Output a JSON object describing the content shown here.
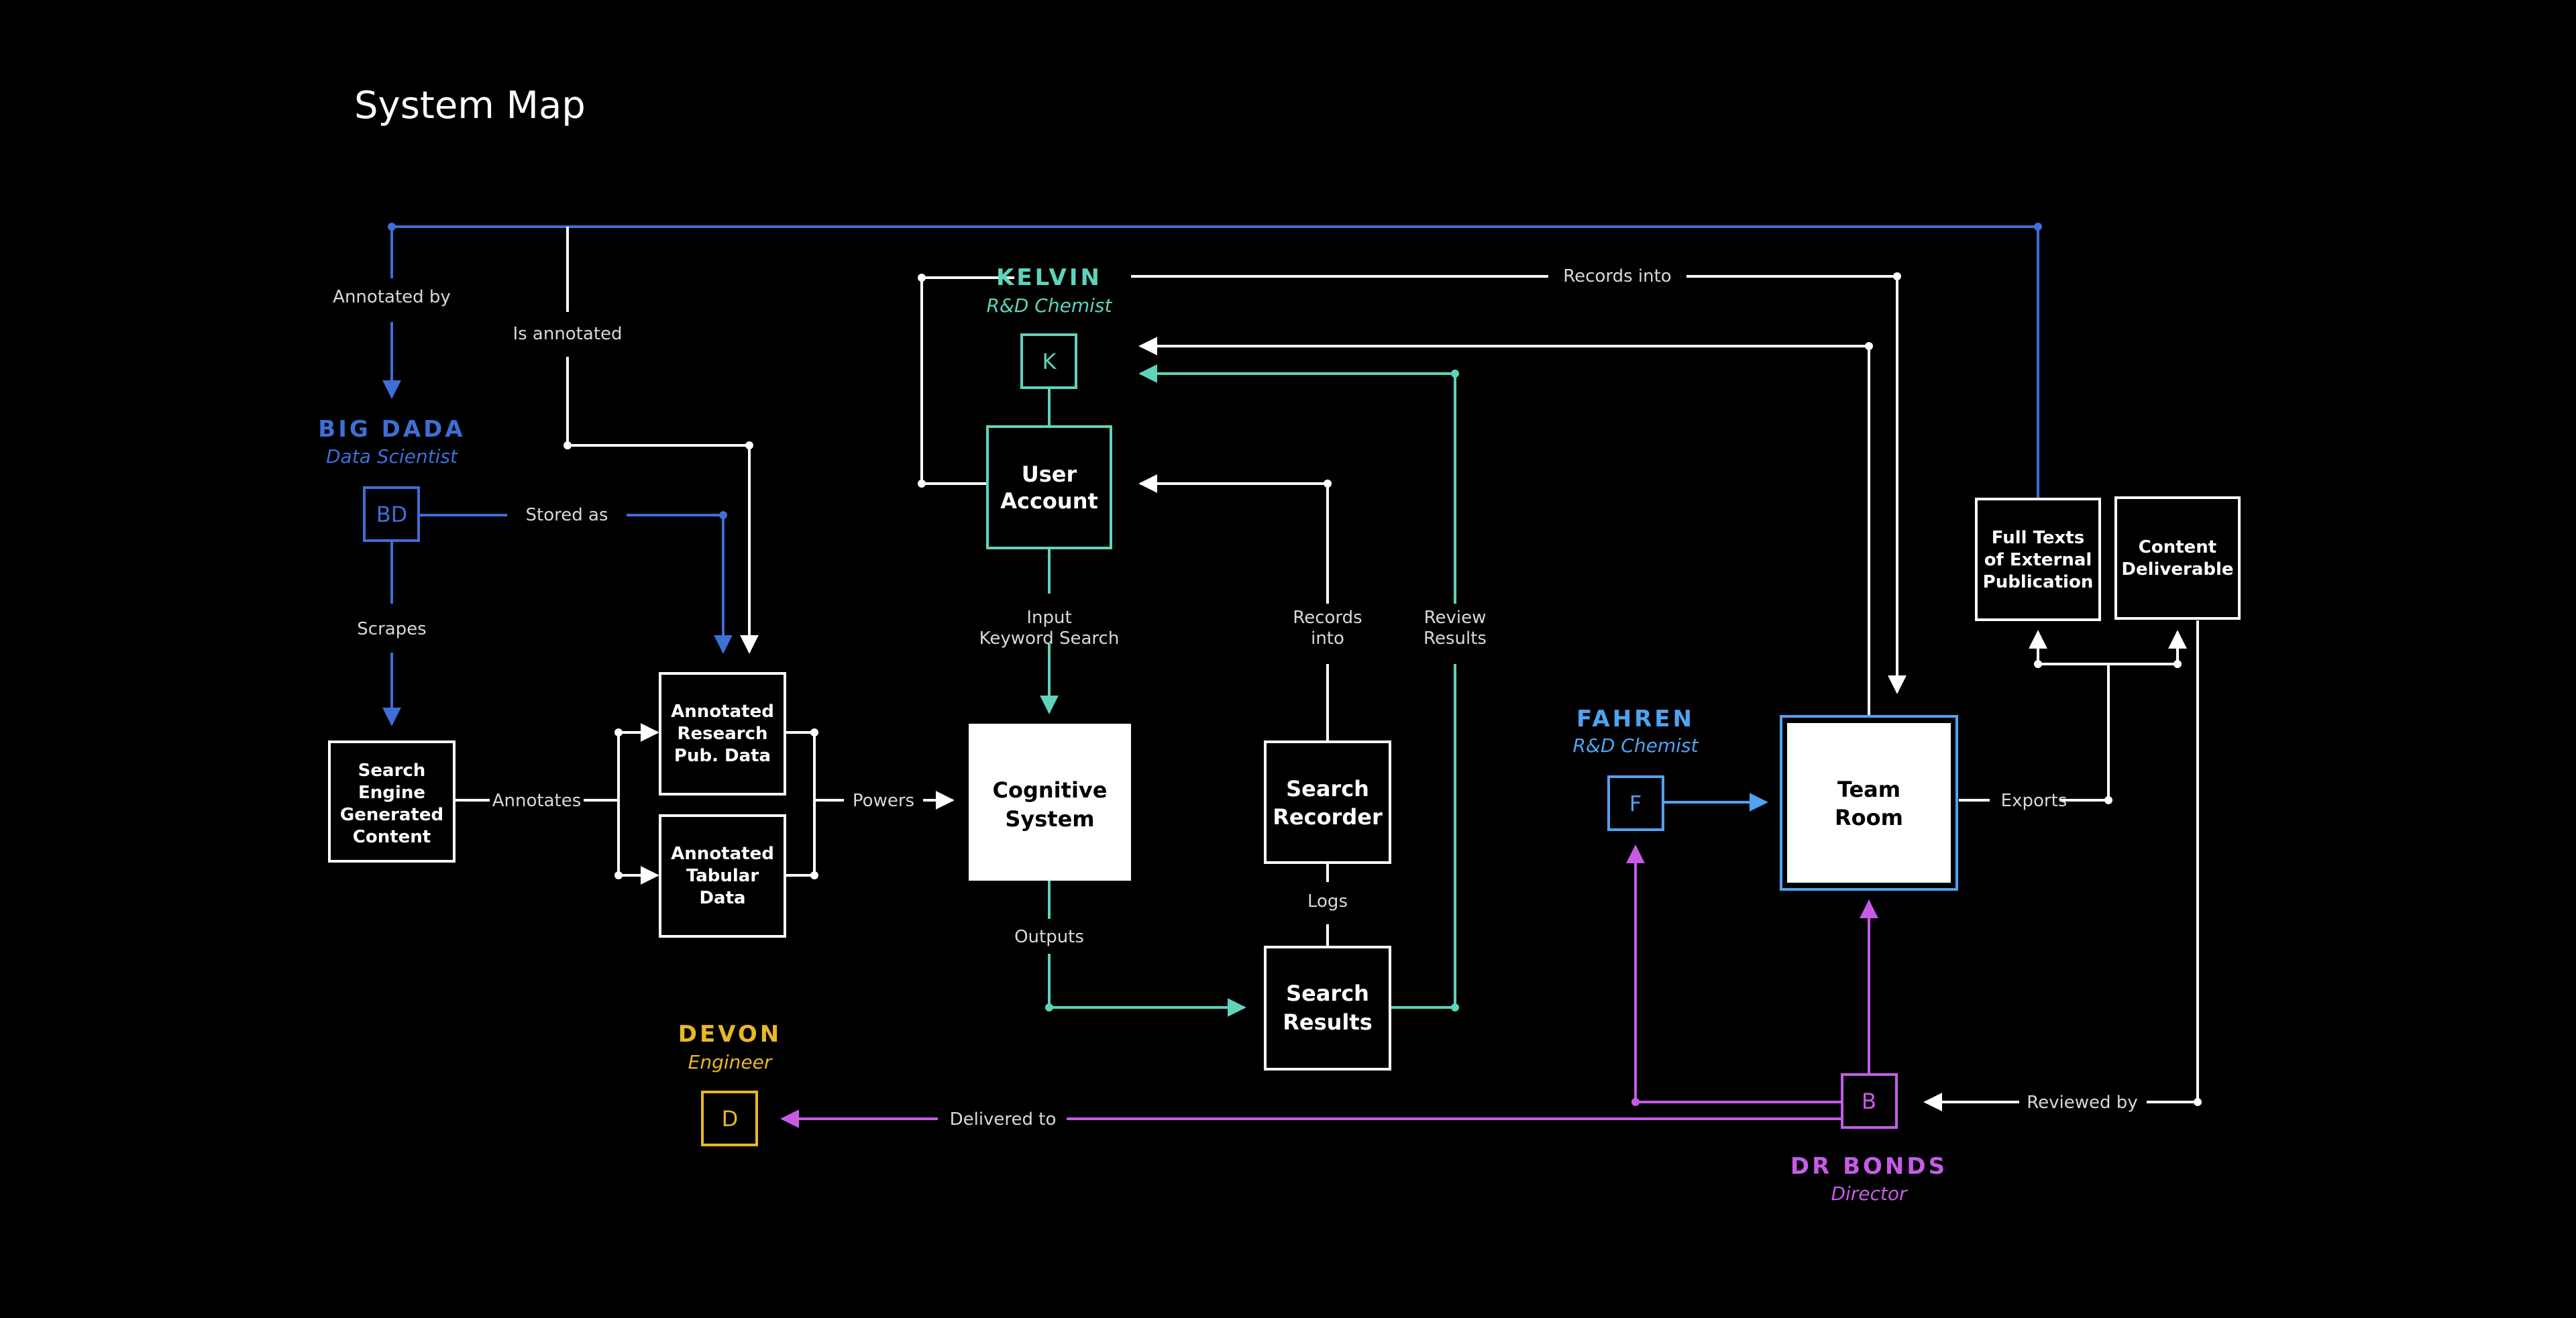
{
  "title": "System Map",
  "colors": {
    "background": "#000000",
    "white": "#ffffff",
    "blue": "#3d6fd6",
    "teal": "#5fd3bc",
    "sky": "#4fa3f0",
    "magenta": "#c65ce6",
    "yellow": "#e8b824",
    "label": "#d8d8d8"
  },
  "people": {
    "big_dada": {
      "name": "BIG DADA",
      "role": "Data Scientist",
      "initials": "BD"
    },
    "kelvin": {
      "name": "KELVIN",
      "role": "R&D Chemist",
      "initials": "K"
    },
    "fahren": {
      "name": "FAHREN",
      "role": "R&D Chemist",
      "initials": "F"
    },
    "devon": {
      "name": "DEVON",
      "role": "Engineer",
      "initials": "D"
    },
    "dr_bonds": {
      "name": "DR BONDS",
      "role": "Director",
      "initials": "B"
    }
  },
  "nodes": {
    "search_engine": [
      "Search",
      "Engine",
      "Generated",
      "Content"
    ],
    "annotated_research": [
      "Annotated",
      "Research",
      "Pub. Data"
    ],
    "annotated_tabular": [
      "Annotated",
      "Tabular",
      "Data"
    ],
    "cognitive_system": [
      "Cognitive",
      "System"
    ],
    "user_account": [
      "User",
      "Account"
    ],
    "search_recorder": [
      "Search",
      "Recorder"
    ],
    "search_results": [
      "Search",
      "Results"
    ],
    "team_room": [
      "Team",
      "Room"
    ],
    "full_texts": [
      "Full Texts",
      "of External",
      "Publication"
    ],
    "content_deliverable": [
      "Content",
      "Deliverable"
    ]
  },
  "edges": {
    "annotated_by": "Annotated by",
    "is_annotated": "Is annotated",
    "stored_as": "Stored as",
    "scrapes": "Scrapes",
    "annotates": "Annotates",
    "powers": "Powers",
    "input_keyword_search": [
      "Input",
      "Keyword Search"
    ],
    "outputs": "Outputs",
    "records_into_top": "Records into",
    "records_into_mid": [
      "Records",
      "into"
    ],
    "review_results": [
      "Review",
      "Results"
    ],
    "logs": "Logs",
    "exports": "Exports",
    "reviewed_by": "Reviewed by",
    "delivered_to": "Delivered to"
  }
}
